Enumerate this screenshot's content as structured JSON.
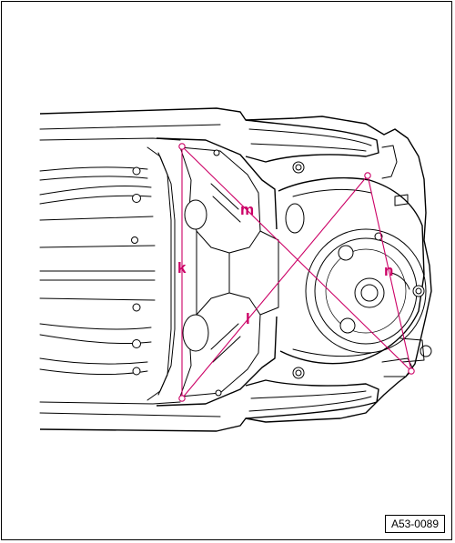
{
  "labels": {
    "k": "k",
    "l": "l",
    "m": "m",
    "n": "n"
  },
  "reference": "A53-0089",
  "colors": {
    "measurement": "#cc0066",
    "line_art": "#000000",
    "background": "#ffffff"
  }
}
